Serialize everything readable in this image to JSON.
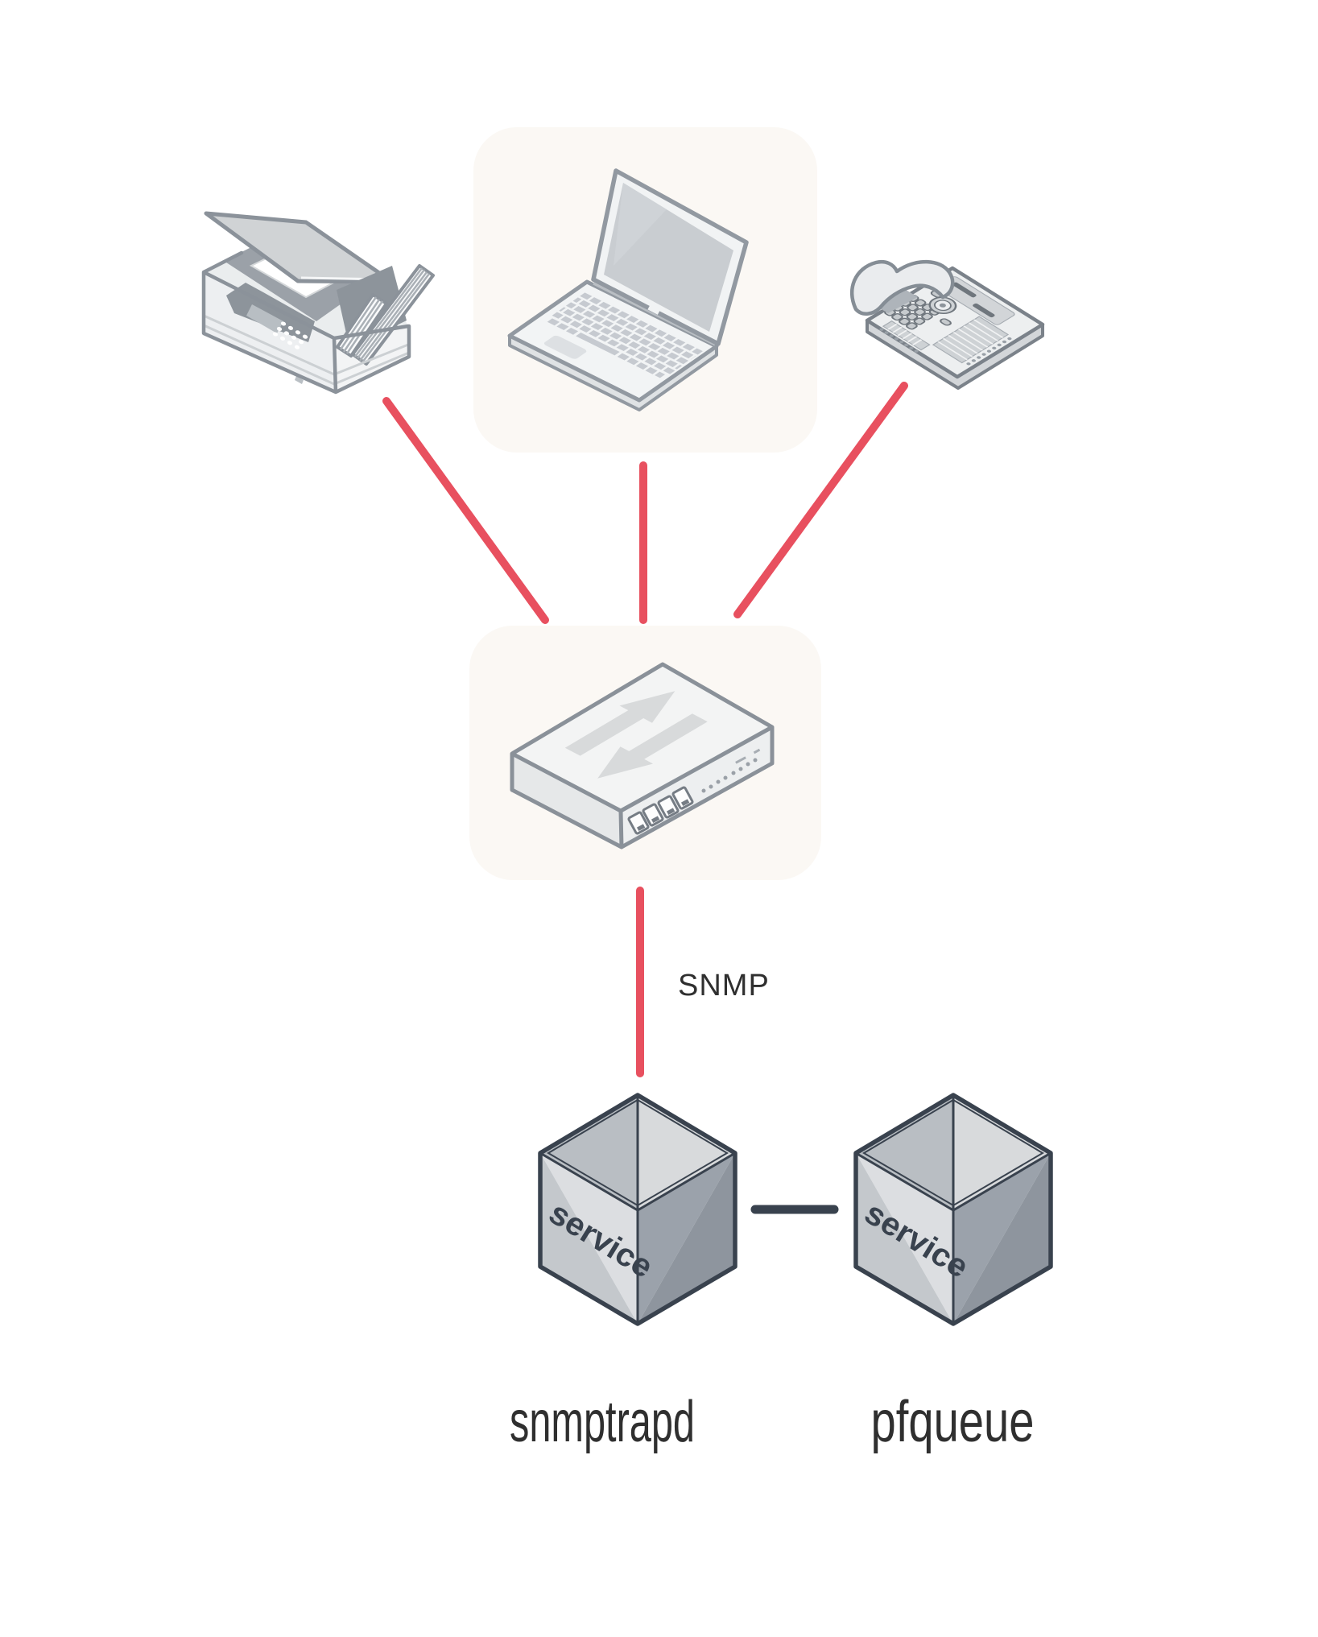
{
  "diagram": {
    "type": "network-topology",
    "labels": {
      "snmp": "SNMP",
      "snmptrapd": "snmptrapd",
      "pfqueue": "pfqueue",
      "service": "service"
    },
    "nodes": [
      {
        "id": "printer",
        "kind": "multifunction-printer"
      },
      {
        "id": "laptop",
        "kind": "laptop"
      },
      {
        "id": "ip-phone",
        "kind": "desk-phone"
      },
      {
        "id": "switch",
        "kind": "network-switch"
      },
      {
        "id": "snmptrapd",
        "kind": "service-box",
        "box_label": "service",
        "caption": "snmptrapd"
      },
      {
        "id": "pfqueue",
        "kind": "service-box",
        "box_label": "service",
        "caption": "pfqueue"
      }
    ],
    "links": [
      {
        "from": "printer",
        "to": "switch",
        "style": "red"
      },
      {
        "from": "laptop",
        "to": "switch",
        "style": "red"
      },
      {
        "from": "ip-phone",
        "to": "switch",
        "style": "red"
      },
      {
        "from": "switch",
        "to": "snmptrapd",
        "style": "red",
        "label": "SNMP"
      },
      {
        "from": "snmptrapd",
        "to": "pfqueue",
        "style": "dark"
      }
    ],
    "colors": {
      "link": "#e8505f",
      "connector": "#39424e",
      "cube_outline": "#39424e",
      "device_outline": "#8b929a",
      "text": "#2f2f2f",
      "tile": "#f9f6f0"
    }
  }
}
